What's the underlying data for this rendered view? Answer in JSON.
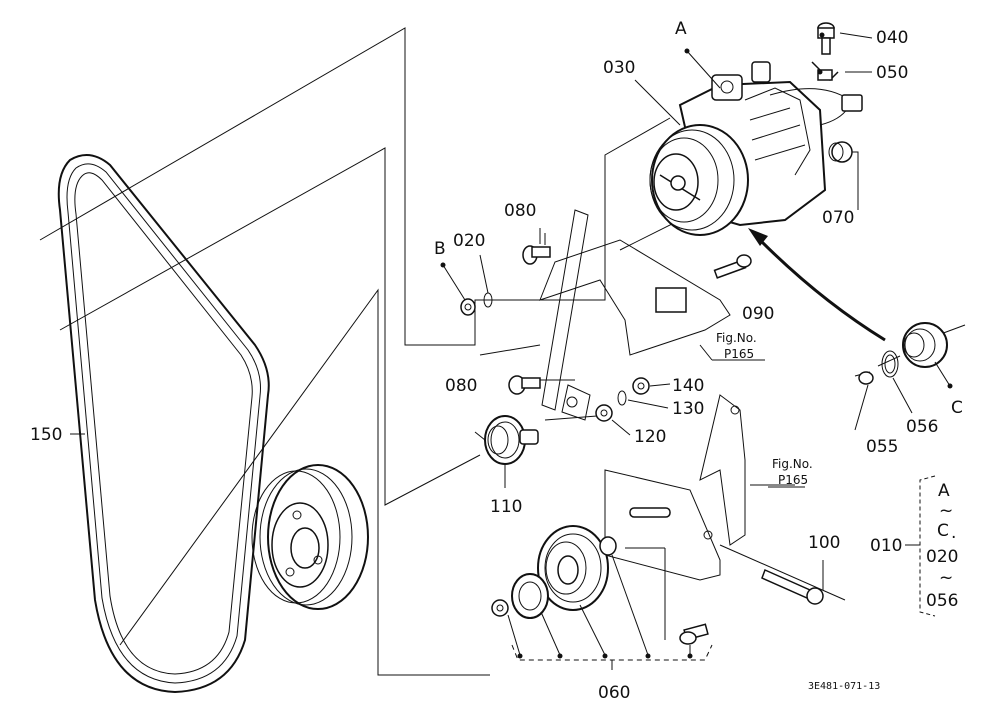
{
  "diagram": {
    "callouts": {
      "p010": "010",
      "p020a": "020",
      "p030": "030",
      "p040": "040",
      "p050": "050",
      "p055": "055",
      "p056": "056",
      "p060": "060",
      "p070": "070",
      "p080a": "080",
      "p080b": "080",
      "p090": "090",
      "p100": "100",
      "p110": "110",
      "p120": "120",
      "p130": "130",
      "p140": "140",
      "p150": "150"
    },
    "letters": {
      "A": "A",
      "B": "B",
      "C": "C"
    },
    "fig_refs": [
      {
        "line1": "Fig.No.",
        "line2": "P165"
      },
      {
        "line1": "Fig.No.",
        "line2": "P165"
      }
    ],
    "set_bracket": {
      "top": "A",
      "tilde1": "~",
      "mid": "C",
      "dot": ".",
      "num1": "020",
      "tilde2": "~",
      "num2": "056"
    },
    "drawing_number": "3E481-071-13"
  }
}
